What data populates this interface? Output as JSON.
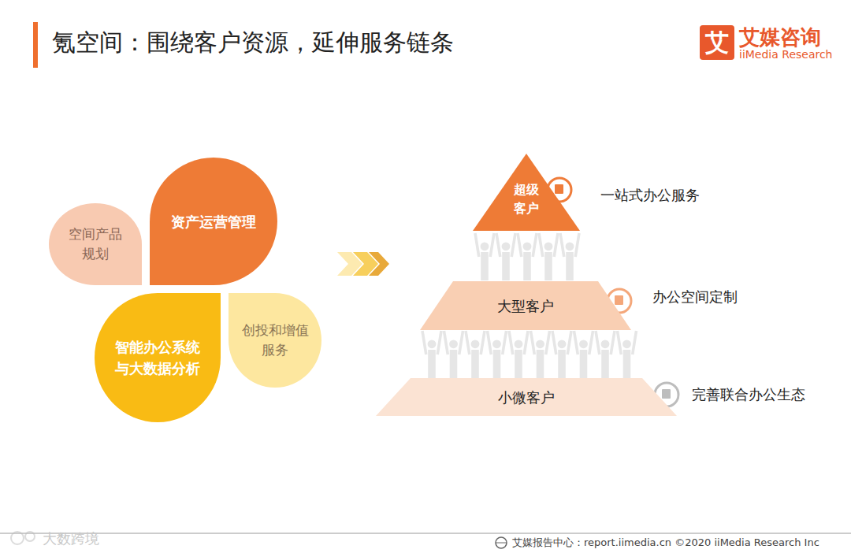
{
  "diagram": {
    "title": "氪空间：围绕客户资源，延伸服务链条",
    "nodes": [
      {
        "text": [
          "空间产品 规划"
        ]
      },
      {
        "text": [
          "资产运营管理"
        ]
      },
      {
        "text": [
          "智能办公系统 与大数据分析"
        ]
      },
      {
        "text": [
          "创投和增值 服务"
        ]
      },
      {
        "text": [
          "超级 客户"
        ]
      },
      {
        "text": [
          "大型客户"
        ]
      },
      {
        "text": [
          "小微客户"
        ]
      }
    ],
    "labels": [
      "艾",
      "艾媒咨询",
      "iiMedia Research",
      "一站式办公服务",
      "办公空间定制",
      "完善联合办公生态",
      "艾媒报告中心：report.iimedia.cn ©2020 iiMedia Research Inc",
      "大数跨境"
    ]
  }
}
